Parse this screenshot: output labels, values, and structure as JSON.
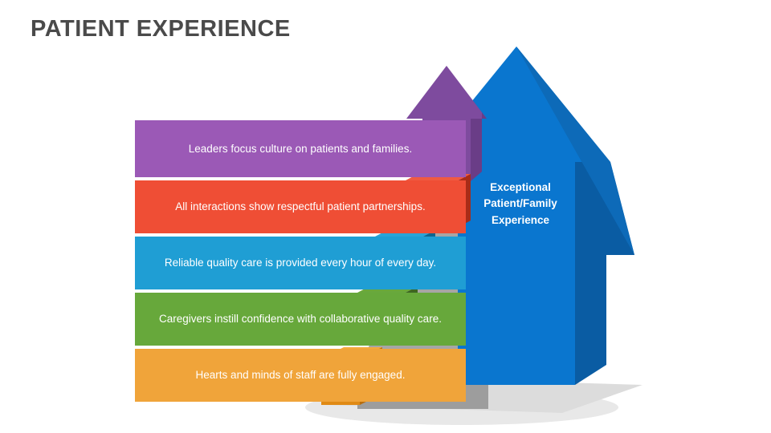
{
  "slide": {
    "title": "PATIENT EXPERIENCE",
    "title_color": "#4a4a4a",
    "background": "#ffffff"
  },
  "steps": [
    {
      "id": "step-5",
      "label": "Leaders focus culture on patients and families.",
      "color": "#9b59b6",
      "cube_color": "#7b3f96"
    },
    {
      "id": "step-4",
      "label": "All interactions show respectful patient partnerships.",
      "color": "#ef4e35",
      "cube_color": "#c0341f"
    },
    {
      "id": "step-3",
      "label": "Reliable quality care is provided every hour of every day.",
      "color": "#1f9ed4",
      "cube_color": "#1478a6"
    },
    {
      "id": "step-2",
      "label": "Caregivers instill confidence with collaborative quality care.",
      "color": "#67a83b",
      "cube_color": "#4c7c2b"
    },
    {
      "id": "step-1",
      "label": "Hearts and minds of staff are fully engaged.",
      "color": "#f0a43a",
      "cube_color": "#d4811b"
    }
  ],
  "outcome": {
    "label": "Exceptional Patient/Family Experience",
    "line1": "Exceptional",
    "line2": "Patient/Family",
    "line3": "Experience",
    "color": "#0a76cf",
    "side_color": "#0a5ca3"
  },
  "staircase": {
    "color": "#a6a6a6",
    "shadow_color": "#d9d9d9"
  }
}
